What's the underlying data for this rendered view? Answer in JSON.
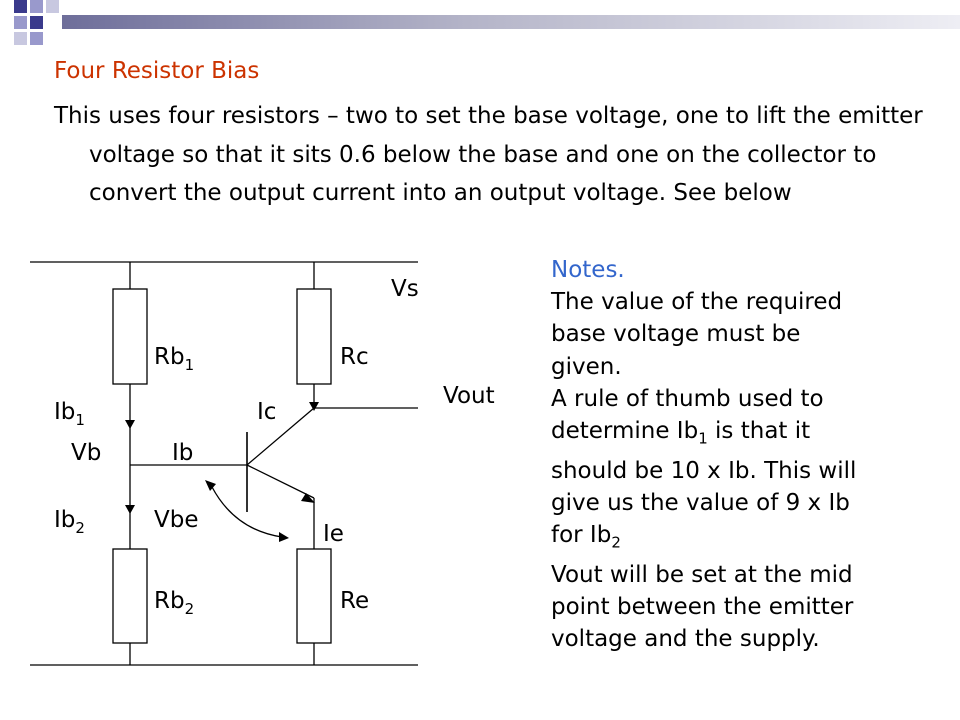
{
  "slide": {
    "heading": "Four Resistor Bias",
    "intro": "This uses four resistors – two to set the base voltage, one to lift the emitter voltage so that it sits 0.6 below the base and one on the collector to convert the output current into an output voltage. See below",
    "accent_color": "#cc3300",
    "decoration_colors": [
      "#3a3a8c",
      "#9999cc",
      "#c8c8e0"
    ]
  },
  "circuit": {
    "labels": {
      "vs": "Vs",
      "rb1": "Rb",
      "rb1_sub": "1",
      "rc": "Rc",
      "vout": "Vout",
      "ib1": "Ib",
      "ib1_sub": "1",
      "ic": "Ic",
      "vb": "Vb",
      "ib": "Ib",
      "ib2": "Ib",
      "ib2_sub": "2",
      "vbe": "Vbe",
      "ie": "Ie",
      "rb2": "Rb",
      "rb2_sub": "2",
      "re": "Re"
    }
  },
  "notes": {
    "title": "Notes.",
    "line1": "The value of the required",
    "line2": "base voltage must be",
    "line3": "given.",
    "line4": "A rule of thumb used to",
    "line5_a": "determine Ib",
    "line5_sub": "1",
    "line5_b": " is that it",
    "line6": "should be 10 x Ib. This will",
    "line7": "give us the value of 9 x Ib",
    "line8_a": "for Ib",
    "line8_sub": "2",
    "line9": "Vout will be set at the mid",
    "line10": "point between the emitter",
    "line11": "voltage and the supply.",
    "title_color": "#3366cc"
  }
}
